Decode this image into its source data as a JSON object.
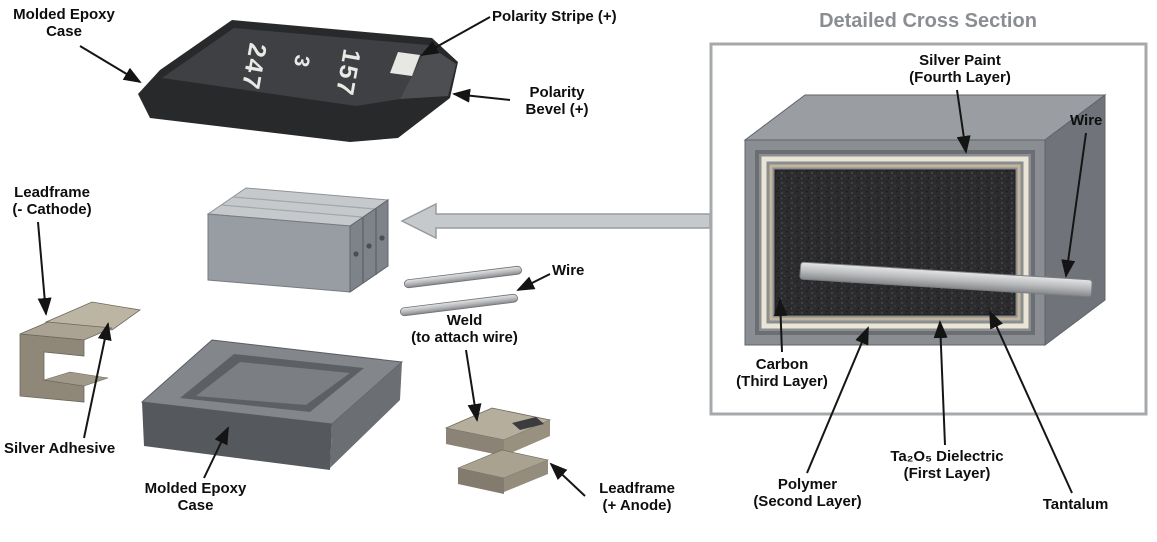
{
  "exploded_view": {
    "labels": {
      "molded_epoxy_case_top": "Molded Epoxy\nCase",
      "polarity_stripe": "Polarity Stripe (+)",
      "polarity_bevel": "Polarity\nBevel (+)",
      "leadframe_cathode": "Leadframe\n(- Cathode)",
      "silver_adhesive": "Silver Adhesive",
      "molded_epoxy_case_bottom": "Molded Epoxy\nCase",
      "wire": "Wire",
      "weld": "Weld\n(to attach wire)",
      "leadframe_anode": "Leadframe\n(+ Anode)"
    },
    "case_markings": [
      "247",
      "3",
      "157"
    ]
  },
  "cross_section": {
    "title": "Detailed Cross Section",
    "labels": {
      "silver_paint": "Silver Paint\n(Fourth Layer)",
      "wire": "Wire",
      "carbon": "Carbon\n(Third Layer)",
      "polymer": "Polymer\n(Second Layer)",
      "ta2o5_dielectric": "Ta₂O₅ Dielectric\n(First Layer)",
      "tantalum": "Tantalum"
    }
  },
  "colors": {
    "label_text": "#0e0e0e",
    "title_gray": "#8a8d91",
    "panel_border": "#a6a9ac",
    "case_dark": "#2f3032",
    "epoxy_gray": "#85898d",
    "leadframe_tan": "#b4ac9c",
    "metal_light": "#c6c9cc",
    "tantalum_core": "#2c2c2f"
  }
}
